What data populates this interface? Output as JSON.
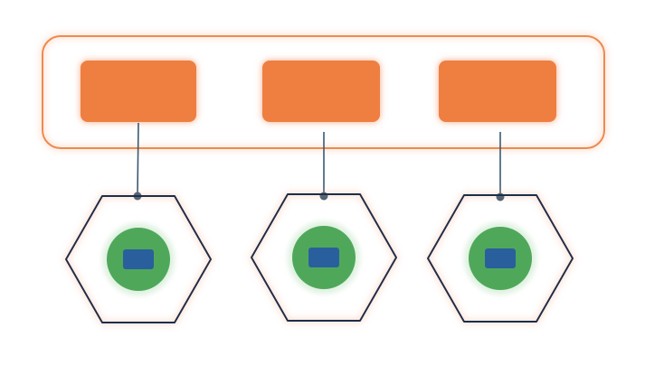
{
  "colors": {
    "background": "#ffffff",
    "container_stroke": "#ee8a4e",
    "block_fill": "#ee7f3f",
    "glow": "#f4a07a",
    "connector": "#3b5a72",
    "hex_stroke": "#1f2d4a",
    "node_green": "#4fa85a",
    "node_blue": "#2a5f9e"
  },
  "container": {
    "name": "outer-container"
  },
  "blocks": [
    {
      "name": "block-1"
    },
    {
      "name": "block-2"
    },
    {
      "name": "block-3"
    }
  ],
  "hex_nodes": [
    {
      "name": "hex-node-1"
    },
    {
      "name": "hex-node-2"
    },
    {
      "name": "hex-node-3"
    }
  ]
}
